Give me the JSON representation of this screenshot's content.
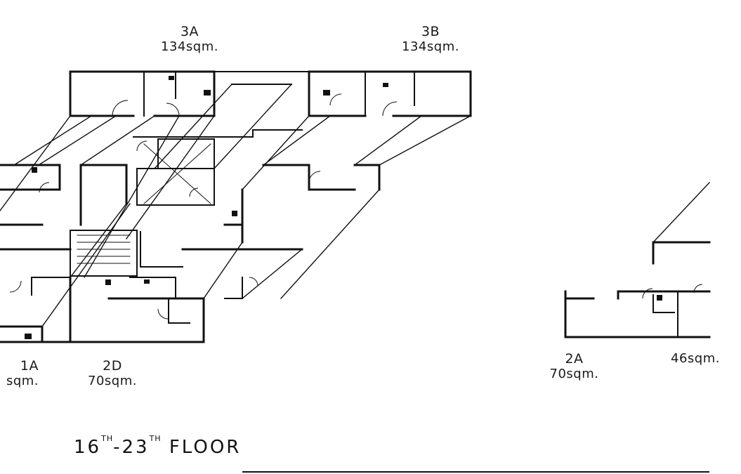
{
  "units": {
    "u3a": {
      "code": "3A",
      "area": "134sqm."
    },
    "u3b": {
      "code": "3B",
      "area": "134sqm."
    },
    "u1a": {
      "code": "1A",
      "area": "sqm."
    },
    "u2d": {
      "code": "2D",
      "area": "70sqm."
    },
    "u2a": {
      "code": "2A",
      "area": "70sqm."
    },
    "u1b": {
      "code": "",
      "area": "46sqm."
    }
  },
  "floor": {
    "from": "16",
    "from_sup": "TH",
    "dash": "-",
    "to": "23",
    "to_sup": "TH",
    "word": "FLOOR"
  },
  "colors": {
    "ink": "#111111",
    "background": "#ffffff"
  }
}
